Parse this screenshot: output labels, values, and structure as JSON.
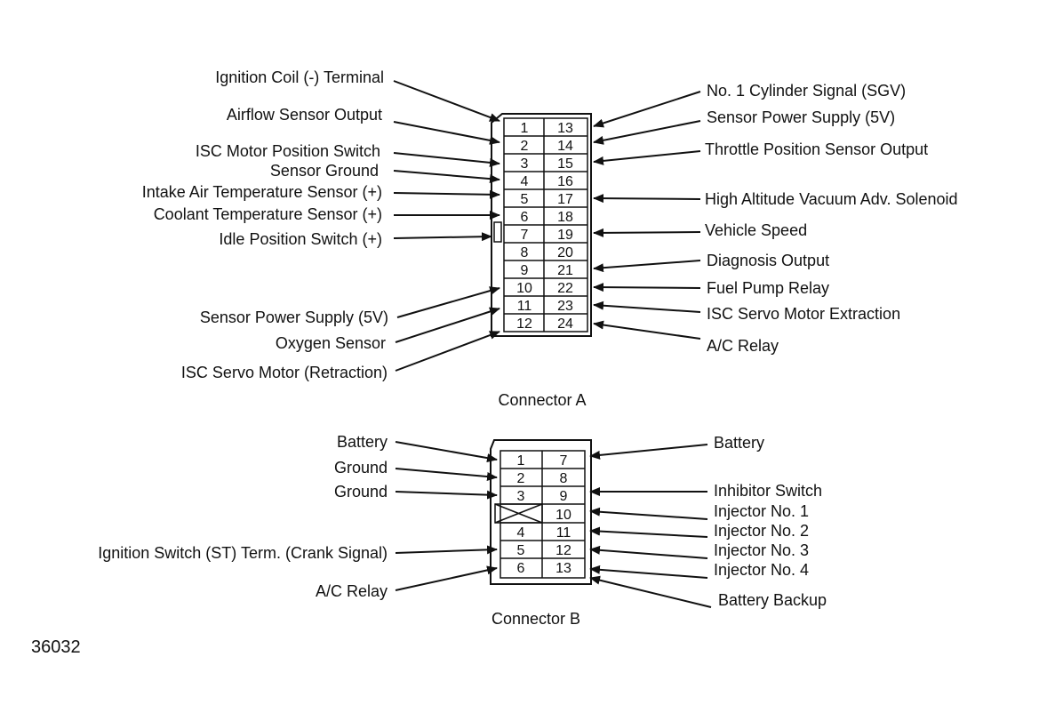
{
  "connector_a": {
    "caption": "Connector A",
    "left_labels": [
      "Ignition Coil (-) Terminal",
      "Airflow Sensor Output",
      "ISC Motor Position Switch",
      "Sensor Ground",
      "Intake Air Temperature Sensor (+)",
      "Coolant Temperature Sensor (+)",
      "Idle Position Switch (+)",
      "Sensor Power Supply (5V)",
      "Oxygen Sensor",
      "ISC Servo Motor (Retraction)"
    ],
    "right_labels": [
      "No. 1 Cylinder Signal (SGV)",
      "Sensor Power Supply (5V)",
      "Throttle Position Sensor Output",
      "High Altitude Vacuum Adv. Solenoid",
      "Vehicle Speed",
      "Diagnosis Output",
      "Fuel Pump Relay",
      "ISC Servo Motor Extraction",
      "A/C Relay"
    ],
    "left_pins": [
      "1",
      "2",
      "3",
      "4",
      "5",
      "6",
      "7",
      "8",
      "9",
      "10",
      "11",
      "12"
    ],
    "right_pins": [
      "13",
      "14",
      "15",
      "16",
      "17",
      "18",
      "19",
      "20",
      "21",
      "22",
      "23",
      "24"
    ]
  },
  "connector_b": {
    "caption": "Connector B",
    "left_labels": [
      "Battery",
      "Ground",
      "Ground",
      "Ignition Switch (ST) Term. (Crank Signal)",
      "A/C Relay"
    ],
    "right_labels": [
      "Battery",
      "Inhibitor Switch",
      "Injector No. 1",
      "Injector No. 2",
      "Injector No. 3",
      "Injector No. 4",
      "Battery Backup"
    ],
    "left_pins": [
      "1",
      "2",
      "3",
      "4",
      "5",
      "6"
    ],
    "right_pins": [
      "7",
      "8",
      "9",
      "10",
      "11",
      "12",
      "13"
    ]
  },
  "figure_number": "36032"
}
